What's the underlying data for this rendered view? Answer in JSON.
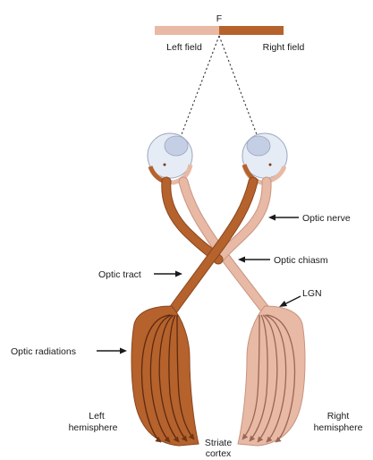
{
  "labels": {
    "fixation": "F",
    "left_field": "Left field",
    "right_field": "Right field",
    "optic_nerve": "Optic nerve",
    "optic_chiasm": "Optic chiasm",
    "optic_tract": "Optic tract",
    "lgn": "LGN",
    "optic_radiations": "Optic radiations",
    "left_hemisphere_1": "Left",
    "left_hemisphere_2": "hemisphere",
    "right_hemisphere_1": "Right",
    "right_hemisphere_2": "hemisphere",
    "striate_1": "Striate",
    "striate_2": "cortex"
  },
  "colors": {
    "left_pathway": "#b5622d",
    "left_pathway_edge": "#8a4720",
    "right_pathway": "#e8b9a4",
    "right_pathway_edge": "#c89480",
    "eyeball": "#dfe6f2"
  }
}
